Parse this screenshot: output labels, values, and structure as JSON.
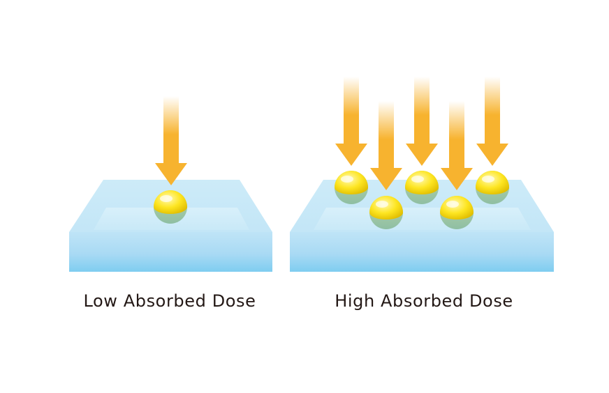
{
  "panels": [
    {
      "id": "low",
      "label": "Low Absorbed Dose"
    },
    {
      "id": "high",
      "label": "High Absorbed Dose"
    }
  ],
  "colors": {
    "arrow": "#f7b32f",
    "slab_top": "#cbe9f7",
    "slab_front_top": "#b8e1f6",
    "slab_front_bottom": "#7fcdf0",
    "sphere_highlight": "#fffbd0",
    "sphere_mid": "#fde521",
    "sphere_edge": "#e6c400",
    "sphere_shadow": "#9fc7a8",
    "text": "#231815"
  }
}
